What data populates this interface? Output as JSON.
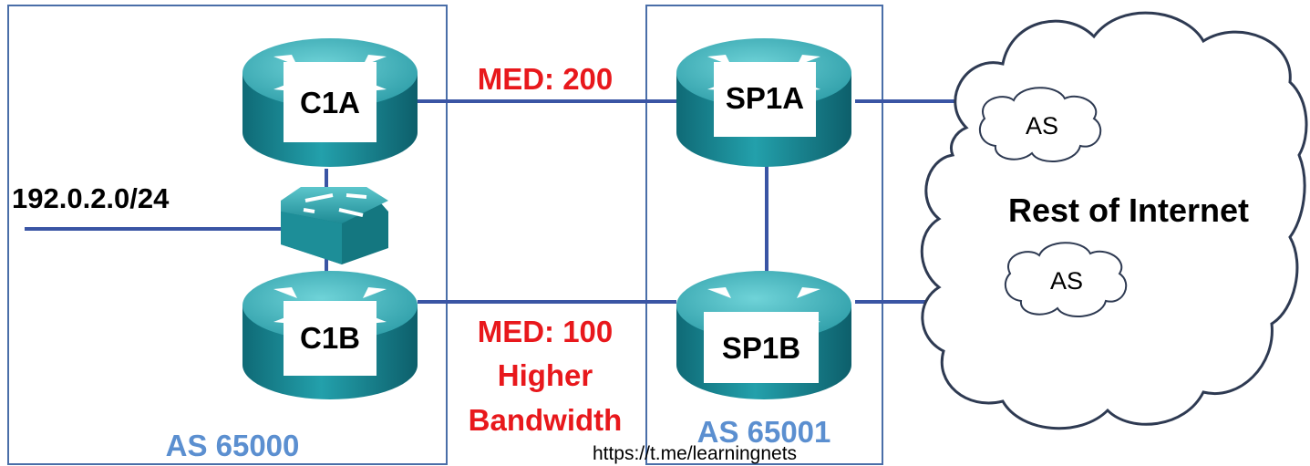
{
  "prefix": "192.0.2.0/24",
  "routers": {
    "c1a": "C1A",
    "c1b": "C1B",
    "sp1a": "SP1A",
    "sp1b": "SP1B"
  },
  "links": {
    "med_top": "MED: 200",
    "med_bottom": "MED: 100",
    "higher": "Higher",
    "bandwidth": "Bandwidth"
  },
  "as_labels": {
    "left": "AS 65000",
    "right": "AS 65001"
  },
  "cloud": {
    "title": "Rest of Internet",
    "as_top": "AS",
    "as_bottom": "AS"
  },
  "watermark": "https://t.me/learningnets",
  "colors": {
    "med_text": "#e8181c",
    "as_text": "#5b8fd0",
    "link": "#3a55a4",
    "box_border": "#4a6ea8",
    "router_body": "#1f8a96",
    "router_top": "#3fb6bf"
  }
}
